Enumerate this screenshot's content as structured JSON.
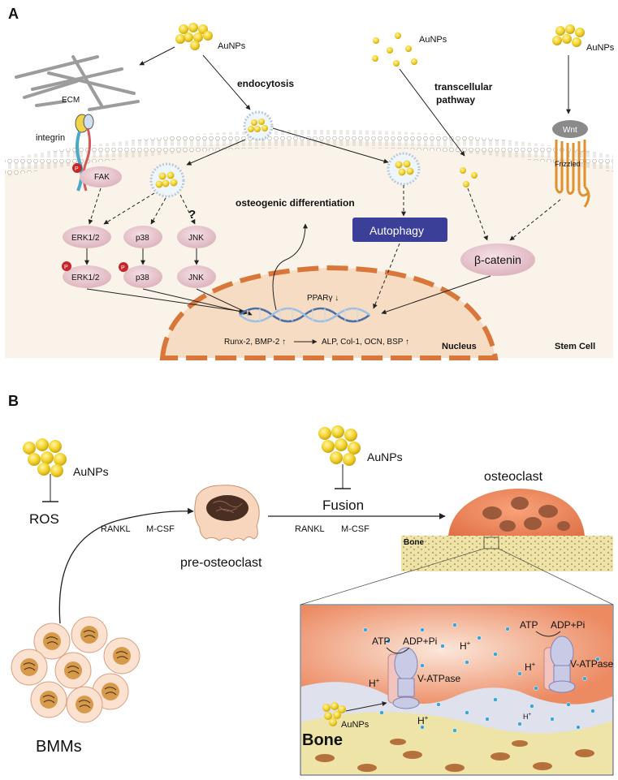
{
  "panel_a": {
    "letter": "A",
    "aunps_1": "AuNPs",
    "aunps_2": "AuNPs",
    "aunps_3": "AuNPs",
    "ecm": "ECM",
    "integrin": "integrin",
    "endocytosis": "endocytosis",
    "transcellular_1": "transcellular",
    "transcellular_2": "pathway",
    "wnt": "Wnt",
    "frizzled": "Frizzled",
    "fak": "FAK",
    "p_badge": "P",
    "erk": "ERK1/2",
    "p38": "p38",
    "jnk": "JNK",
    "question": "?",
    "osteogenic": "osteogenic differentiation",
    "autophagy": "Autophagy",
    "beta_catenin": "β-catenin",
    "ppar": "PPARγ ↓",
    "runx": "Runx-2, BMP-2 ↑",
    "alp": "ALP, Col-1, OCN, BSP ↑",
    "nucleus": "Nucleus",
    "stem_cell": "Stem Cell",
    "colors": {
      "membrane": "#f1e7d6",
      "cytoplasm": "#f9f3ea",
      "nucleus": "#f5d3b3",
      "nucleus_border": "#d9773a",
      "autophagy": "#3b3f97",
      "node": "#e8c7cf",
      "gold": "#f2d22a"
    }
  },
  "panel_b": {
    "letter": "B",
    "aunps_left": "AuNPs",
    "aunps_mid": "AuNPs",
    "ros": "ROS",
    "rankl_1": "RANKL",
    "mcsf_1": "M-CSF",
    "pre_osteoclast": "pre-osteoclast",
    "fusion": "Fusion",
    "rankl_2": "RANKL",
    "mcsf_2": "M-CSF",
    "osteoclast": "osteoclast",
    "bone_small": "Bone",
    "bmms": "BMMs",
    "atp_1": "ATP",
    "adp_1": "ADP+Pi",
    "atp_2": "ATP",
    "adp_2": "ADP+Pi",
    "h_plus": "H",
    "plus": "+",
    "v_atpase_1": "V-ATPase",
    "v_atpase_2": "V-ATPase",
    "aunps_inset": "AuNPs",
    "bone_large": "Bone",
    "colors": {
      "osteoclast": "#ef8a5e",
      "bone": "#eee4a8",
      "inset_bg": "#dfe1ec",
      "proton": "#3ea6d6"
    }
  }
}
